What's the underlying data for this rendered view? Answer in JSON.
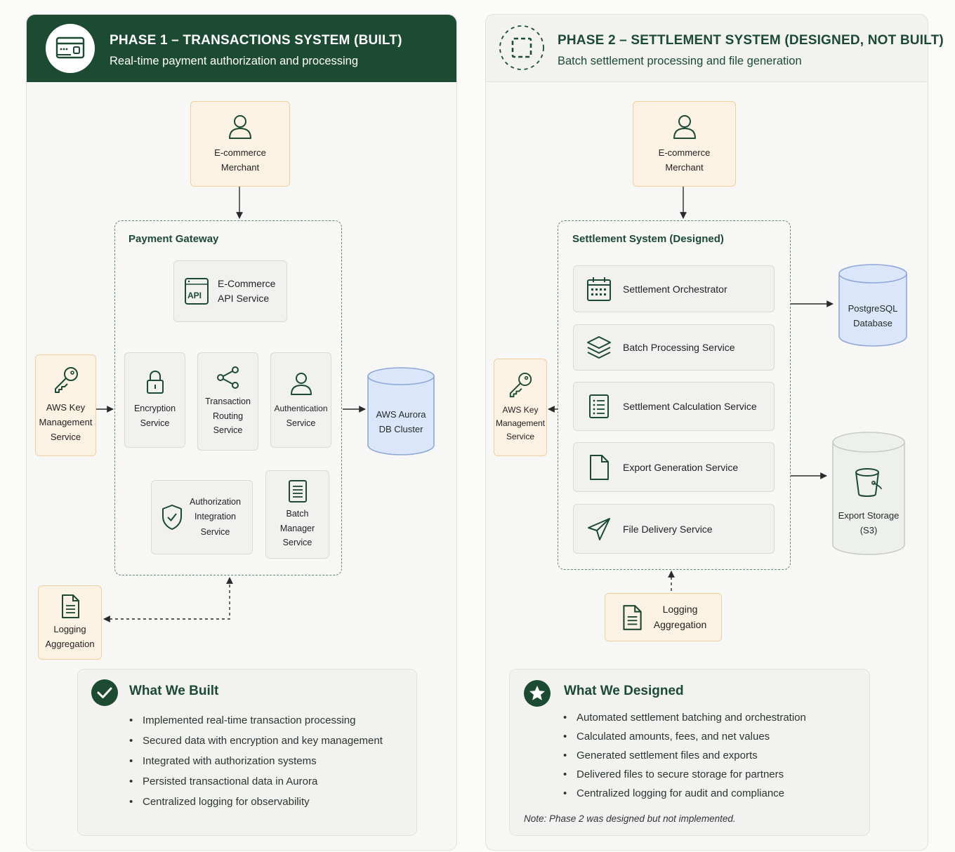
{
  "phase1": {
    "title": "PHASE 1 – TRANSACTIONS SYSTEM (BUILT)",
    "subtitle": "Real-time payment authorization and processing",
    "merchant": {
      "line1": "E-commerce",
      "line2": "Merchant"
    },
    "gateway": {
      "label": "Payment Gateway",
      "api": {
        "badge": "API",
        "line1": "E-Commerce",
        "line2": "API Service"
      },
      "encryption": {
        "line1": "Encryption",
        "line2": "Service"
      },
      "routing": {
        "line1": "Transaction",
        "line2": "Routing",
        "line3": "Service"
      },
      "authentication": {
        "line1": "Authentication",
        "line2": "Service"
      },
      "authorization": {
        "line1": "Authorization",
        "line2": "Integration",
        "line3": "Service"
      },
      "batch": {
        "line1": "Batch",
        "line2": "Manager",
        "line3": "Service"
      }
    },
    "kms": {
      "line1": "AWS Key",
      "line2": "Management",
      "line3": "Service"
    },
    "aurora": {
      "line1": "AWS Aurora",
      "line2": "DB Cluster"
    },
    "logging": {
      "line1": "Logging",
      "line2": "Aggregation"
    },
    "summary": {
      "title": "What We Built",
      "items": [
        "Implemented real-time transaction processing",
        "Secured data with encryption and key management",
        "Integrated with authorization systems",
        "Persisted transactional data in Aurora",
        "Centralized logging for observability"
      ]
    }
  },
  "phase2": {
    "title": "PHASE 2 – SETTLEMENT SYSTEM (DESIGNED, NOT BUILT)",
    "subtitle": "Batch settlement processing and file generation",
    "merchant": {
      "line1": "E-commerce",
      "line2": "Merchant"
    },
    "system": {
      "label": "Settlement System (Designed)",
      "services": [
        "Settlement Orchestrator",
        "Batch Processing Service",
        "Settlement Calculation Service",
        "Export Generation Service",
        "File Delivery Service"
      ]
    },
    "kms": {
      "line1": "AWS Key",
      "line2": "Management",
      "line3": "Service"
    },
    "postgres": {
      "line1": "PostgreSQL",
      "line2": "Database"
    },
    "s3": {
      "line1": "Export Storage",
      "line2": "(S3)"
    },
    "logging": {
      "line1": "Logging",
      "line2": "Aggregation"
    },
    "summary": {
      "title": "What We Designed",
      "items": [
        "Automated settlement batching and orchestration",
        "Calculated amounts, fees, and net values",
        "Generated settlement files and exports",
        "Delivered files to secure storage for partners",
        "Centralized logging for audit and compliance"
      ],
      "note": "Note: Phase 2 was designed but not implemented."
    }
  },
  "colors": {
    "brand_green": "#1c4a32",
    "node_orange_fill": "#fcf2e4",
    "node_orange_border": "#f0cf9e",
    "db_blue_fill": "#dce6fb",
    "db_blue_border": "#8fa8d8",
    "s3_fill": "#eef0ee"
  },
  "icons": {
    "phase1_header": "payment-terminal-icon",
    "phase2_header": "dashed-square-icon",
    "merchant": "user-icon",
    "kms": "key-icon",
    "encryption": "lock-icon",
    "routing": "share-nodes-icon",
    "authentication": "user-icon",
    "authorization": "shield-check-icon",
    "batch": "document-list-icon",
    "logging": "document-icon",
    "orchestrator": "calendar-icon",
    "batch_processing": "layers-icon",
    "calculation": "list-icon",
    "export": "file-icon",
    "delivery": "paper-plane-icon",
    "s3": "bucket-icon",
    "summary_built": "check-circle-icon",
    "summary_designed": "star-circle-icon"
  }
}
